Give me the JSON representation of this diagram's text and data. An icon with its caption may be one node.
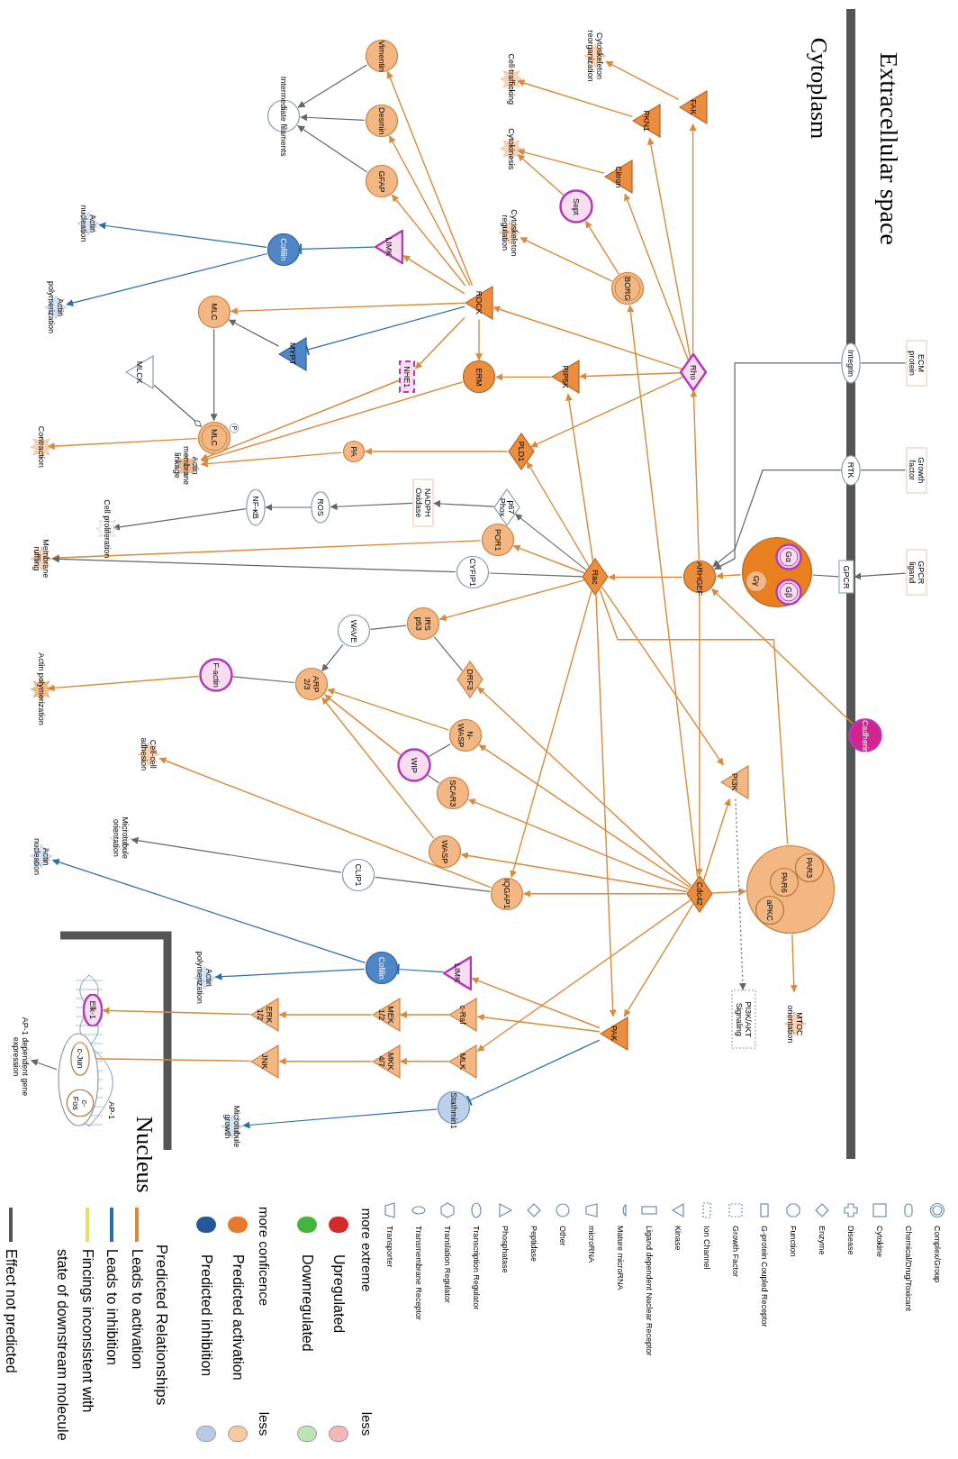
{
  "diagram": {
    "nodes": [
      {
        "text": [
          "ECM protein"
        ]
      },
      {
        "text": [
          "Growth factor"
        ]
      },
      {
        "text": [
          "GPCR ligand"
        ]
      },
      {
        "text": [
          "Integrin"
        ]
      },
      {
        "text": [
          "RTK"
        ]
      },
      {
        "text": [
          "GPCR"
        ]
      },
      {
        "text": [
          "Cadherin"
        ]
      },
      {
        "text": [],
        "shape": "circle"
      },
      {
        "text": [
          "Gα"
        ],
        "in": 7
      },
      {
        "text": [
          "Gβ"
        ],
        "in": 7
      },
      {
        "text": [
          "Gγ"
        ],
        "in": 7
      },
      {
        "text": [
          "ARHGEF"
        ]
      },
      {
        "text": [
          "Rho"
        ]
      },
      {
        "text": [
          "FAK"
        ]
      },
      {
        "text": [
          "PKN1"
        ]
      },
      {
        "text": [
          "Citron"
        ]
      },
      {
        "text": [
          "Sept"
        ]
      },
      {
        "text": [
          "BORG"
        ]
      },
      {
        "text": [
          "Cytoskeleton reorganization"
        ]
      },
      {
        "text": [
          "Cell trafficking"
        ]
      },
      {
        "text": [
          "Cytokinesis"
        ]
      },
      {
        "text": [
          "Cytoskeleton regulation"
        ]
      },
      {
        "text": [
          "ROCK"
        ]
      },
      {
        "text": [
          "PIP5K"
        ]
      },
      {
        "text": [
          "ERM"
        ]
      },
      {
        "text": [
          "NHE1"
        ]
      },
      {
        "text": [
          "PLD1"
        ]
      },
      {
        "text": [
          "PA"
        ]
      },
      {
        "text": [
          "Vimentin"
        ]
      },
      {
        "text": [
          "Desmin"
        ]
      },
      {
        "text": [
          "GFAP"
        ]
      },
      {
        "text": [
          "Intermediate filaments"
        ]
      },
      {
        "text": [
          "LIMK"
        ]
      },
      {
        "text": [
          "Cofilin"
        ]
      },
      {
        "text": [
          "Actin nucleation"
        ]
      },
      {
        "text": [
          "Actin polymerization"
        ]
      },
      {
        "text": [
          "MLC"
        ]
      },
      {
        "text": [
          "MYPT"
        ]
      },
      {
        "text": [
          "MLCK"
        ]
      },
      {
        "text": [
          "MLC"
        ],
        "beside": [
          "P"
        ]
      },
      {
        "text": [
          "Contraction"
        ]
      },
      {
        "text": [
          "Actin membrane linkage"
        ]
      },
      {
        "text": [
          "p67 Phox"
        ]
      },
      {
        "text": [
          "NADPH Oxidase"
        ]
      },
      {
        "text": [
          "ROS"
        ]
      },
      {
        "text": [
          "NF-κB"
        ]
      },
      {
        "text": [
          "Cell proliferation"
        ]
      },
      {
        "text": [
          "POR1"
        ]
      },
      {
        "text": [
          "CYFIP1"
        ]
      },
      {
        "text": [
          "Membrane ruffling"
        ]
      },
      {
        "text": [
          "Rac"
        ]
      },
      {
        "text": [
          "IRS p53"
        ]
      },
      {
        "text": [
          "WAVE"
        ]
      },
      {
        "text": [
          "DRF3"
        ]
      },
      {
        "text": [
          "ARP 2/3"
        ]
      },
      {
        "text": [
          "F-actin"
        ]
      },
      {
        "text": [
          "Actin polymerization"
        ]
      },
      {
        "text": [
          "N-WASP"
        ]
      },
      {
        "text": [
          "WIP"
        ]
      },
      {
        "text": [
          "SCAR3"
        ]
      },
      {
        "text": [
          "Cell-cell adhesion"
        ]
      },
      {
        "text": [
          "Microtubule orientation"
        ]
      },
      {
        "text": [
          "WASP"
        ]
      },
      {
        "text": [
          "CLIP1"
        ]
      },
      {
        "text": [
          "Actin nucleation"
        ]
      },
      {
        "text": [
          "IQGAP1"
        ]
      },
      {
        "text": [
          "PI3K"
        ]
      },
      {
        "text": [],
        "shape": "circle"
      },
      {
        "text": [
          "PAR3"
        ],
        "in": 67
      },
      {
        "text": [
          "aPKC"
        ],
        "in": 67
      },
      {
        "text": [
          "PAR6"
        ],
        "in": 67
      },
      {
        "text": [
          "Cdc42"
        ]
      },
      {
        "text": [
          "MTOC orientation"
        ]
      },
      {
        "text": [
          "PI3K/AKT Signaling"
        ]
      },
      {
        "text": [
          "LIMK"
        ]
      },
      {
        "text": [
          "Cofilin"
        ]
      },
      {
        "text": [
          "Actin polymerization"
        ]
      },
      {
        "text": [
          "c-Raf"
        ]
      },
      {
        "text": [
          "MEK 1/2"
        ]
      },
      {
        "text": [
          "ERK 1/2"
        ]
      },
      {
        "text": [
          "Elk-1"
        ]
      },
      {
        "text": [
          "MLK"
        ]
      },
      {
        "text": [
          "MKK 4/7"
        ]
      },
      {
        "text": [
          "JNK"
        ]
      },
      {
        "text": [
          "AP-1"
        ]
      },
      {
        "text": [
          "c-Jun"
        ],
        "in": 84
      },
      {
        "text": [
          "c-Fos"
        ],
        "in": 84
      },
      {
        "text": [
          "AP-1 dependent gene expression"
        ]
      },
      {
        "text": [
          "Stathmin1"
        ]
      },
      {
        "text": [
          "Microtubule growth"
        ]
      },
      {
        "text": [
          "PAK"
        ]
      }
    ],
    "edges": [
      {
        "from": 0,
        "to": 3,
        "arrow": "none",
        "color": "#666666"
      },
      {
        "from": 1,
        "to": 4,
        "arrow": "none",
        "color": "#666666"
      },
      {
        "from": 2,
        "to": 5,
        "arrow": "to",
        "color": "#666666"
      },
      {
        "from": 5,
        "to": 7,
        "arrow": "none",
        "color": "#666666"
      },
      {
        "from": 3,
        "to": 11,
        "arrow": "to",
        "color": "#666666"
      },
      {
        "from": 4,
        "to": 11,
        "arrow": "to",
        "color": "#666666"
      },
      {
        "from": 7,
        "to": 11,
        "arrow": "to"
      },
      {
        "from": 6,
        "to": 11,
        "arrow": "to"
      },
      {
        "from": 11,
        "to": 50,
        "arrow": "to"
      },
      {
        "from": 11,
        "to": 12,
        "arrow": "to"
      },
      {
        "from": 11,
        "to": 71,
        "arrow": "to"
      },
      {
        "from": 12,
        "to": 13,
        "arrow": "to"
      },
      {
        "from": 12,
        "to": 14,
        "arrow": "to"
      },
      {
        "from": 12,
        "to": 15,
        "arrow": "to"
      },
      {
        "from": 12,
        "to": 22,
        "arrow": "to"
      },
      {
        "from": 12,
        "to": 23,
        "arrow": "to"
      },
      {
        "from": 12,
        "to": 26,
        "arrow": "to"
      },
      {
        "from": 13,
        "to": 18,
        "arrow": "to"
      },
      {
        "from": 14,
        "to": 19,
        "arrow": "to"
      },
      {
        "from": 15,
        "to": 20,
        "arrow": "to"
      },
      {
        "from": 16,
        "to": 20,
        "arrow": "to"
      },
      {
        "from": 17,
        "to": 16,
        "arrow": "to"
      },
      {
        "from": 17,
        "to": 21,
        "arrow": "to"
      },
      {
        "from": 71,
        "to": 17,
        "arrow": "to"
      },
      {
        "from": 22,
        "to": 28,
        "arrow": "to"
      },
      {
        "from": 22,
        "to": 29,
        "arrow": "to"
      },
      {
        "from": 22,
        "to": 30,
        "arrow": "to"
      },
      {
        "from": 28,
        "to": 31,
        "arrow": "to",
        "color": "#666666"
      },
      {
        "from": 29,
        "to": 31,
        "arrow": "to",
        "color": "#666666"
      },
      {
        "from": 30,
        "to": 31,
        "arrow": "to",
        "color": "#666666"
      },
      {
        "from": 22,
        "to": 32,
        "arrow": "to"
      },
      {
        "from": 32,
        "to": 33,
        "arrow": "other",
        "color": "#2b6cb0"
      },
      {
        "from": 33,
        "to": 34,
        "arrow": "to",
        "color": "#2b6cb0"
      },
      {
        "from": 33,
        "to": 35,
        "arrow": "to",
        "color": "#2b6cb0"
      },
      {
        "from": 22,
        "to": 36,
        "arrow": "to"
      },
      {
        "from": 22,
        "to": 37,
        "arrow": "other",
        "color": "#2b6cb0"
      },
      {
        "from": 37,
        "to": 36,
        "arrow": "to",
        "color": "#666666"
      },
      {
        "from": 36,
        "to": 39,
        "arrow": "to",
        "color": "#666666"
      },
      {
        "from": 38,
        "to": 39,
        "arrow": "other",
        "color": "#666666"
      },
      {
        "from": 39,
        "to": 40,
        "arrow": "to"
      },
      {
        "from": 22,
        "to": 25,
        "arrow": "to"
      },
      {
        "from": 22,
        "to": 24,
        "arrow": "to"
      },
      {
        "from": 23,
        "to": 24,
        "arrow": "to"
      },
      {
        "from": 24,
        "to": 41,
        "arrow": "to"
      },
      {
        "from": 25,
        "to": 41,
        "arrow": "to"
      },
      {
        "from": 27,
        "to": 41,
        "arrow": "to"
      },
      {
        "from": 26,
        "to": 27,
        "arrow": "to"
      },
      {
        "from": 50,
        "to": 26,
        "arrow": "to"
      },
      {
        "from": 50,
        "to": 23,
        "arrow": "to"
      },
      {
        "from": 50,
        "to": 42,
        "arrow": "to",
        "color": "#666666"
      },
      {
        "from": 42,
        "to": 43,
        "arrow": "to",
        "color": "#666666"
      },
      {
        "from": 43,
        "to": 44,
        "arrow": "to",
        "color": "#666666"
      },
      {
        "from": 44,
        "to": 45,
        "arrow": "to",
        "color": "#666666"
      },
      {
        "from": 45,
        "to": 46,
        "arrow": "to",
        "color": "#666666"
      },
      {
        "from": 50,
        "to": 47,
        "arrow": "to"
      },
      {
        "from": 47,
        "to": 49,
        "arrow": "to"
      },
      {
        "from": 50,
        "to": 48,
        "arrow": "none",
        "color": "#666666"
      },
      {
        "from": 48,
        "to": 49,
        "arrow": "to",
        "color": "#666666"
      },
      {
        "from": 50,
        "to": 51,
        "arrow": "to"
      },
      {
        "from": 51,
        "to": 52,
        "arrow": "none",
        "color": "#666666"
      },
      {
        "from": 51,
        "to": 53,
        "arrow": "none",
        "color": "#666666"
      },
      {
        "from": 52,
        "to": 54,
        "arrow": "to",
        "color": "#666666"
      },
      {
        "from": 54,
        "to": 55,
        "arrow": "none",
        "color": "#666666"
      },
      {
        "from": 55,
        "to": 56,
        "arrow": "to"
      },
      {
        "from": 57,
        "to": 54,
        "arrow": "to"
      },
      {
        "from": 58,
        "to": 54,
        "arrow": "to"
      },
      {
        "from": 62,
        "to": 54,
        "arrow": "to"
      },
      {
        "from": 57,
        "to": 58,
        "arrow": "none",
        "color": "#666666"
      },
      {
        "from": 58,
        "to": 59,
        "arrow": "none",
        "color": "#666666"
      },
      {
        "from": 71,
        "to": 57,
        "arrow": "to"
      },
      {
        "from": 71,
        "to": 59,
        "arrow": "to"
      },
      {
        "from": 71,
        "to": 62,
        "arrow": "to"
      },
      {
        "from": 71,
        "to": 65,
        "arrow": "to"
      },
      {
        "from": 71,
        "to": 53,
        "arrow": "to"
      },
      {
        "from": 71,
        "to": 66,
        "arrow": "to"
      },
      {
        "from": 50,
        "to": 66,
        "arrow": "to"
      },
      {
        "from": 71,
        "to": 67,
        "arrow": "to"
      },
      {
        "from": 50,
        "to": 67,
        "arrow": "none"
      },
      {
        "from": 66,
        "to": 73,
        "arrow": "to",
        "style": "dashed",
        "color": "#666666"
      },
      {
        "from": 67,
        "to": 72,
        "arrow": "to"
      },
      {
        "from": 50,
        "to": 65,
        "arrow": "to"
      },
      {
        "from": 65,
        "to": 60,
        "arrow": "to"
      },
      {
        "from": 65,
        "to": 63,
        "arrow": "none",
        "color": "#666666"
      },
      {
        "from": 63,
        "to": 61,
        "arrow": "to",
        "color": "#666666"
      },
      {
        "from": 50,
        "to": 90,
        "arrow": "to"
      },
      {
        "from": 71,
        "to": 90,
        "arrow": "to"
      },
      {
        "from": 90,
        "to": 74,
        "arrow": "to"
      },
      {
        "from": 90,
        "to": 77,
        "arrow": "to"
      },
      {
        "from": 71,
        "to": 81,
        "arrow": "to"
      },
      {
        "from": 74,
        "to": 75,
        "arrow": "other",
        "color": "#2b6cb0"
      },
      {
        "from": 75,
        "to": 64,
        "arrow": "to",
        "color": "#2b6cb0"
      },
      {
        "from": 75,
        "to": 76,
        "arrow": "to",
        "color": "#2b6cb0"
      },
      {
        "from": 77,
        "to": 78,
        "arrow": "to"
      },
      {
        "from": 78,
        "to": 79,
        "arrow": "to"
      },
      {
        "from": 79,
        "to": 80,
        "arrow": "to"
      },
      {
        "from": 81,
        "to": 82,
        "arrow": "to"
      },
      {
        "from": 82,
        "to": 83,
        "arrow": "to"
      },
      {
        "from": 83,
        "to": 85,
        "arrow": "to"
      },
      {
        "from": 84,
        "to": 87,
        "arrow": "to",
        "color": "#666666"
      },
      {
        "from": 90,
        "to": 88,
        "arrow": "other",
        "color": "#2b6cb0"
      },
      {
        "from": 88,
        "to": 89,
        "arrow": "to",
        "color": "#2b6cb0"
      }
    ],
    "labels": [
      "Extracellular space",
      "Cytoplasm",
      "Nucleus",
      "more extreme",
      "less",
      "more conficence",
      "less",
      "Predicted Relationships"
    ],
    "legend": [
      {
        "text": "Complex/Group"
      },
      {
        "text": "Chemical/Drug/Toxicant"
      },
      {
        "text": "Cytokine"
      },
      {
        "text": "Disease"
      },
      {
        "text": "Enzyme"
      },
      {
        "text": "Function"
      },
      {
        "text": "G-protein Coupled Receptor"
      },
      {
        "text": "Growth Factor"
      },
      {
        "text": "Ion Channel"
      },
      {
        "text": "Kinase"
      },
      {
        "text": "Ligand dependent Nuclear Receptor"
      },
      {
        "text": "Mature microRNA"
      },
      {
        "text": "microRNA"
      },
      {
        "text": "Other"
      },
      {
        "text": "Peptidase"
      },
      {
        "text": "Phosphatase"
      },
      {
        "text": "Transcription Regulator"
      },
      {
        "text": "Translation Regulator"
      },
      {
        "text": "Transmembrane Receptor"
      },
      {
        "text": "Transporter"
      },
      {
        "text": "Upregulated",
        "color": "#d42a2a"
      },
      {
        "text": "Downregulated",
        "color": "#44b53c"
      },
      {
        "text": "Predicted activation",
        "color": "#e8782a"
      },
      {
        "text": "Predicted inhibition",
        "color": "#25579a"
      },
      {
        "text": "Leads to activation",
        "color": "#d98a3a"
      },
      {
        "text": "Leads to inhibition",
        "color": "#2b6cb0"
      },
      {
        "text": "Fincings inconsistent with state of downstream molecule",
        "color": "#e8e05a"
      },
      {
        "text": "Effect not predicted",
        "color": "#555555"
      }
    ]
  }
}
